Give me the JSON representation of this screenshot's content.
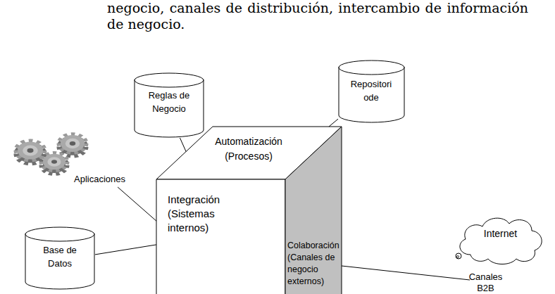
{
  "diagram": {
    "nodes": [
      {
        "text": [
          "Reglas de Negocio"
        ]
      },
      {
        "text": [
          "Repositori ode"
        ]
      },
      {
        "text": [
          "Aplicaciones"
        ]
      },
      {
        "text": [
          "Automatización (Procesos)"
        ]
      },
      {
        "text": [
          "Integración (Sistemas internos)"
        ]
      },
      {
        "text": [
          "Colaboración (Canales de negocio externos)"
        ]
      },
      {
        "text": [
          "Internet"
        ]
      },
      {
        "text": [
          "Base de Datos"
        ]
      }
    ],
    "edges": [
      {
        "from": 0,
        "to": 3,
        "arrow": "none"
      },
      {
        "from": 1,
        "to": 3,
        "arrow": "none"
      },
      {
        "from": 2,
        "to": 4,
        "arrow": "none"
      },
      {
        "from": 7,
        "to": 4,
        "arrow": "none"
      }
    ],
    "labels": [
      "negocio, canales de distribución, intercambio de información de negocio.",
      "Canales B2B"
    ]
  }
}
